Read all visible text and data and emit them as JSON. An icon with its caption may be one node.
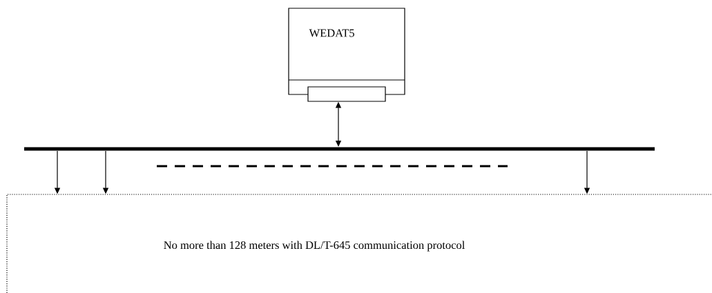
{
  "diagram": {
    "nodes": [
      {
        "text": [
          "WEDAT5"
        ]
      },
      {
        "text": [],
        "shape": "box"
      },
      {
        "text": [],
        "shape": "bar"
      },
      {
        "text": [
          "No more than 128 meters with DL/T-645 communication protocol"
        ]
      }
    ],
    "edges": [
      {
        "from": 1,
        "to": 2,
        "arrow": "both"
      },
      {
        "from": 2,
        "to": 3,
        "arrow": "to"
      },
      {
        "from": 2,
        "to": 3,
        "arrow": "to"
      },
      {
        "from": 2,
        "to": 3,
        "arrow": "to"
      }
    ]
  }
}
